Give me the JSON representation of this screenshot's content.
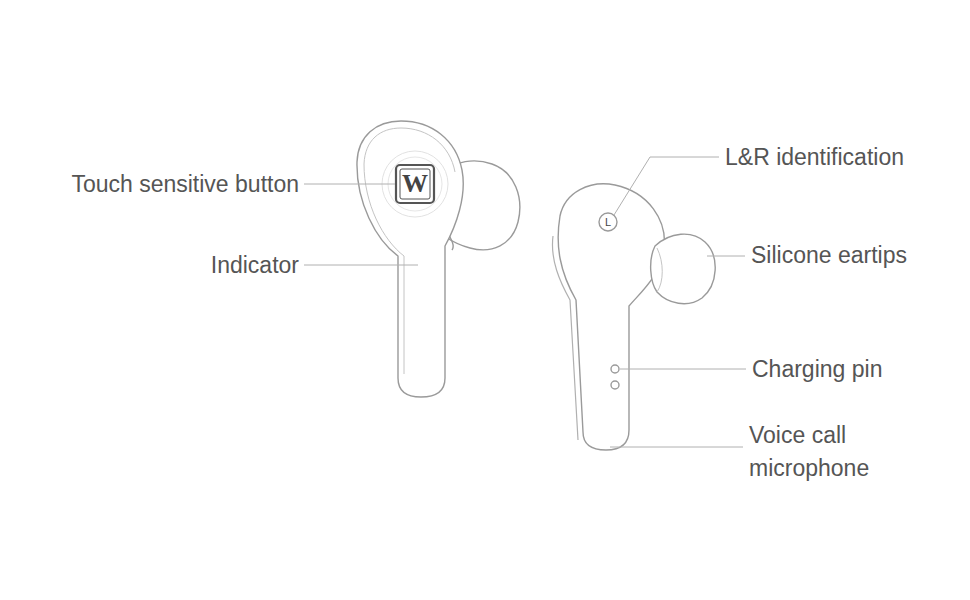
{
  "diagram": {
    "labels": [
      "Touch sensitive button",
      "Indicator",
      "W",
      "L&R identification",
      "L",
      "Silicone eartips",
      "Charging pin",
      "Voice call microphone"
    ]
  }
}
